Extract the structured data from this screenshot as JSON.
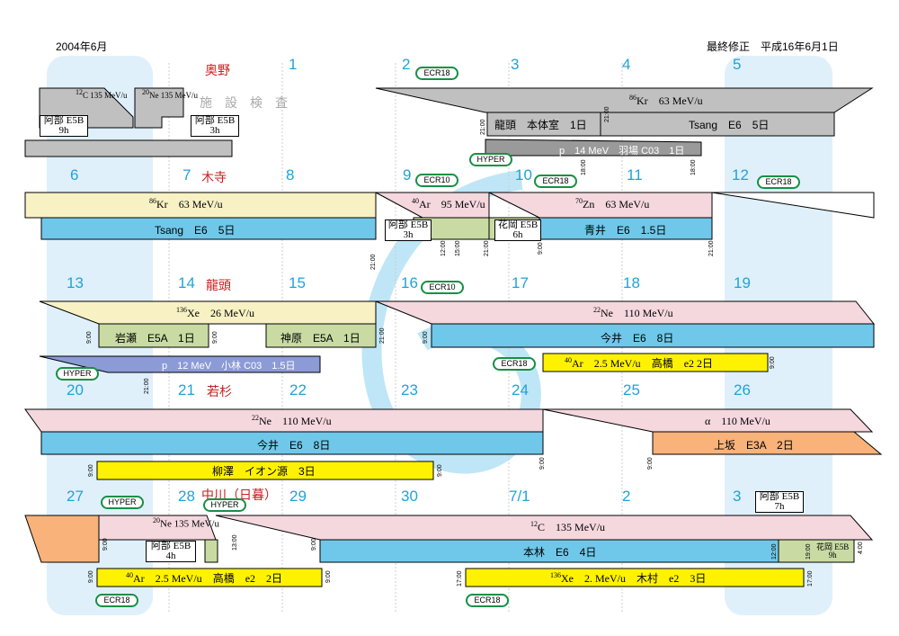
{
  "header": {
    "month": "2004年6月",
    "revision": "最終修正　平成16年6月1日"
  },
  "staff": [
    {
      "name": "奥野"
    },
    {
      "name": "木寺"
    },
    {
      "name": "龍頭"
    },
    {
      "name": "若杉"
    },
    {
      "name": "中川（日暮）"
    }
  ],
  "days": [
    "1",
    "2",
    "3",
    "4",
    "5",
    "6",
    "7",
    "8",
    "9",
    "10",
    "11",
    "12",
    "13",
    "14",
    "15",
    "16",
    "17",
    "18",
    "19",
    "20",
    "21",
    "22",
    "23",
    "24",
    "25",
    "26",
    "27",
    "28",
    "29",
    "30",
    "7/1",
    "2",
    "3"
  ],
  "inspection": "施　設　検　査",
  "source_tags": {
    "ecr10": "ECR10",
    "ecr18": "ECR18",
    "hyper": "HYPER"
  },
  "beams": {
    "w1_c135": {
      "ion_mass": "12",
      "ion": "C",
      "energy": "135 MeV/u"
    },
    "w1_ne135": {
      "ion_mass": "20",
      "ion": "Ne",
      "energy": "135 MeV/u"
    },
    "w1_abe_a": {
      "who": "阿部 E5B",
      "dur": "9h"
    },
    "w1_abe_b": {
      "who": "阿部 E5B",
      "dur": "3h"
    },
    "w1_kr": {
      "ion_mass": "86",
      "ion": "Kr",
      "energy": "63 MeV/u"
    },
    "w1_ryuzu": {
      "label": "龍頭　本体室　1日"
    },
    "w1_tsang": {
      "label": "Tsang　E6　5日"
    },
    "w1_p14": {
      "label": "p　14 MeV　羽場 C03　1日"
    },
    "w2_kr": {
      "ion_mass": "86",
      "ion": "Kr",
      "energy": "63 MeV/u"
    },
    "w2_tsang": {
      "label": "Tsang　E6　5日"
    },
    "w2_ar": {
      "ion_mass": "40",
      "ion": "Ar",
      "energy": "95 MeV/u"
    },
    "w2_abe": {
      "who": "阿部 E5B",
      "dur": "3h"
    },
    "w2_hanaoka": {
      "who": "花岡 E5B",
      "dur": "6h"
    },
    "w2_zn": {
      "ion_mass": "70",
      "ion": "Zn",
      "energy": "63 MeV/u"
    },
    "w2_aoi": {
      "label": "青井　E6　1.5日"
    },
    "w3_xe": {
      "ion_mass": "136",
      "ion": "Xe",
      "energy": "26 MeV/u"
    },
    "w3_iwase": {
      "label": "岩瀬　E5A　1日"
    },
    "w3_kanbara": {
      "label": "神原　E5A　1日"
    },
    "w3_p12": {
      "label": "p　12 MeV　小林 C03　1.5日"
    },
    "w3_ne": {
      "ion_mass": "22",
      "ion": "Ne",
      "energy": "110 MeV/u"
    },
    "w3_imai": {
      "label": "今井　E6　8日"
    },
    "w3_ar": {
      "ion_mass": "40",
      "ion": "Ar",
      "energy": "2.5 MeV/u",
      "rest": "高橋　e2  2日"
    },
    "w4_ne": {
      "ion_mass": "22",
      "ion": "Ne",
      "energy": "110 MeV/u"
    },
    "w4_imai": {
      "label": "今井　E6　8日"
    },
    "w4_alpha": {
      "label": "α　110 MeV/u"
    },
    "w4_uesaka": {
      "label": "上坂　E3A　2日"
    },
    "w4_yanagisawa": {
      "label": "柳澤　イオン源　3日"
    },
    "w5_ne": {
      "ion_mass": "20",
      "ion": "Ne",
      "energy": "135 MeV/u"
    },
    "w5_abe": {
      "who": "阿部 E5B",
      "dur": "4h"
    },
    "w5_c": {
      "ion_mass": "12",
      "ion": "C",
      "energy": "135 MeV/u"
    },
    "w5_motobayashi": {
      "label": "本林　E6　4日"
    },
    "w5_abe7": {
      "who": "阿部 E5B",
      "dur": "7h"
    },
    "w5_hanaoka": {
      "who": "花岡 E5B",
      "dur": "9h"
    },
    "w5_ar": {
      "ion_mass": "40",
      "ion": "Ar",
      "energy": "2.5 MeV/u",
      "rest": "高橋　e2　2日"
    },
    "w5_xe": {
      "ion_mass": "136",
      "ion": "Xe",
      "energy": "2. MeV/u",
      "rest": "木村　e2　3日"
    }
  },
  "times": [
    "9:00",
    "13:00",
    "15:00",
    "18:00",
    "21:00",
    "12:00",
    "17:00",
    "4:00",
    "19:00"
  ],
  "colors": {
    "gray": "#c0c0c0",
    "cream": "#f7f1c4",
    "blue": "#6fc8ea",
    "pink": "#f5d7de",
    "green": "#c9dba3",
    "yellow": "#fff200",
    "periwinkle": "#8c9ad6",
    "orange": "#f8b27a",
    "daybg": "#dff0fb"
  }
}
